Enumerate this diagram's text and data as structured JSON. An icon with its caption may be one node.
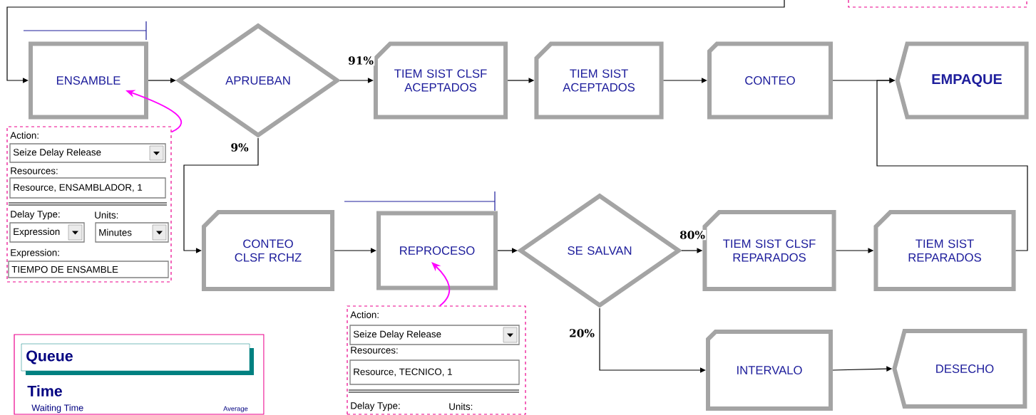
{
  "diagram": {
    "nodes": [
      {
        "text": [
          "ENSAMBLE"
        ]
      },
      {
        "text": [
          "APRUEBAN"
        ]
      },
      {
        "text": [
          "TIEM SIST CLSF ACEPTADOS"
        ]
      },
      {
        "text": [
          "TIEM SIST ACEPTADOS"
        ]
      },
      {
        "text": [
          "CONTEO"
        ]
      },
      {
        "text": [
          "EMPAQUE"
        ]
      },
      {
        "text": [
          "CONTEO CLSF RCHZ"
        ]
      },
      {
        "text": [
          "REPROCESO"
        ]
      },
      {
        "text": [
          "SE SALVAN"
        ]
      },
      {
        "text": [
          "TIEM SIST CLSF REPARADOS"
        ]
      },
      {
        "text": [
          "TIEM SIST REPARADOS"
        ]
      },
      {
        "text": [
          "INTERVALO"
        ]
      },
      {
        "text": [
          "DESECHO"
        ]
      },
      {
        "text": [
          "Action:",
          "Seize Delay Release",
          "Resources:",
          "Resource, ENSAMBLADOR, 1",
          "Delay Type:",
          "Units:",
          "Expression",
          "Minutes",
          "Expression:",
          "TIEMPO DE ENSAMBLE"
        ]
      },
      {
        "text": [
          "Action:",
          "Seize Delay Release",
          "Resources:",
          "Resource, TECNICO, 1",
          "Delay Type:",
          "Units:"
        ]
      },
      {
        "text": [
          "Queue",
          "Time",
          "Waiting Time",
          "Average"
        ]
      }
    ],
    "edges": [
      {
        "from": null,
        "to": 0,
        "arrow": "to"
      },
      {
        "from": 0,
        "to": 1,
        "arrow": "to"
      },
      {
        "from": 1,
        "to": 2,
        "arrow": "to",
        "label": "91%"
      },
      {
        "from": 1,
        "to": 6,
        "arrow": "to",
        "label": "9%"
      },
      {
        "from": 2,
        "to": 3,
        "arrow": "to"
      },
      {
        "from": 3,
        "to": 4,
        "arrow": "to"
      },
      {
        "from": 4,
        "to": 5,
        "arrow": "to"
      },
      {
        "from": 10,
        "to": 5,
        "arrow": "to"
      },
      {
        "from": 6,
        "to": 7,
        "arrow": "to"
      },
      {
        "from": 7,
        "to": 8,
        "arrow": "to"
      },
      {
        "from": 8,
        "to": 9,
        "arrow": "to",
        "label": "80%"
      },
      {
        "from": 8,
        "to": 11,
        "arrow": "to",
        "label": "20%"
      },
      {
        "from": 9,
        "to": 10,
        "arrow": "to"
      },
      {
        "from": 11,
        "to": 12,
        "arrow": "to"
      },
      {
        "from": 13,
        "to": 0,
        "arrow": "to",
        "color": "#ff00ff"
      },
      {
        "from": 14,
        "to": 7,
        "arrow": "to",
        "color": "#ff00ff"
      }
    ]
  }
}
